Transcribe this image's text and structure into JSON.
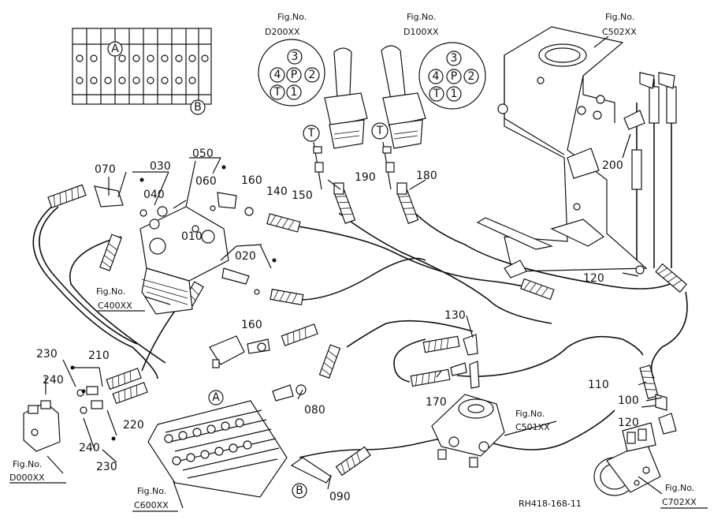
{
  "diagram": {
    "part_numbers": [
      "010",
      "020",
      "030",
      "040",
      "050",
      "060",
      "070",
      "080",
      "090",
      "100",
      "110",
      "120",
      "120",
      "130",
      "140",
      "150",
      "160",
      "160",
      "170",
      "180",
      "190",
      "200",
      "210",
      "220",
      "230",
      "230",
      "240",
      "240"
    ],
    "figs": {
      "d200": {
        "title": "Fig.No.",
        "code": "D200XX"
      },
      "d100": {
        "title": "Fig.No.",
        "code": "D100XX"
      },
      "c502": {
        "title": "Fig.No.",
        "code": "C502XX"
      },
      "c400": {
        "title": "Fig.No.",
        "code": "C400XX"
      },
      "c501": {
        "title": "Fig.No.",
        "code": "C501XX"
      },
      "d000": {
        "title": "Fig.No.",
        "code": "D000XX"
      },
      "c600": {
        "title": "Fig.No.",
        "code": "C600XX"
      },
      "c702": {
        "title": "Fig.No.",
        "code": "C702XX"
      }
    },
    "ports": {
      "p3": "3",
      "p4": "4",
      "pp": "P",
      "p2": "2",
      "pt": "T",
      "p1": "1"
    },
    "markers": {
      "a": "A",
      "b": "B",
      "t": "T"
    },
    "drawing_ref": "RH418-168-11"
  }
}
